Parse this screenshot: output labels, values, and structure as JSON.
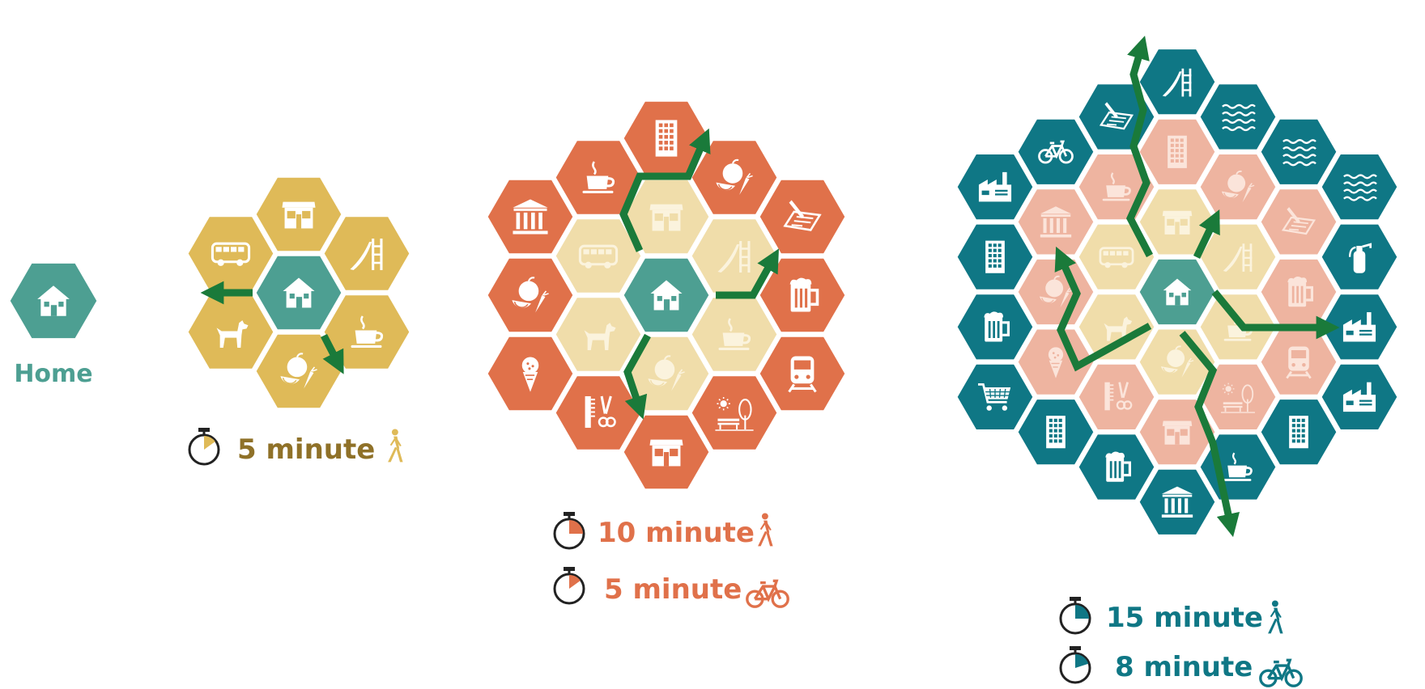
{
  "colors": {
    "teal_dark": "#0f7785",
    "teal_home": "#4d9f92",
    "mustard": "#dfba58",
    "mustard_text": "#8f7128",
    "orange": "#e0714a",
    "cream": "#f0ddaa",
    "pink": "#eeb4a0",
    "teal_text": "#0f7785",
    "route_green": "#1a7a3a",
    "white": "#ffffff"
  },
  "home": {
    "label": "Home",
    "icon": "house-icon"
  },
  "stage_5": {
    "icons": [
      "house-icon",
      "storefront-icon",
      "slide-icon",
      "coffee-icon",
      "fruit-icon",
      "dog-icon",
      "bus-icon"
    ],
    "captions": [
      {
        "text": "5 minute",
        "mode_icon": "walking-person-icon",
        "timer_icon": "stopwatch-icon"
      }
    ]
  },
  "stage_10": {
    "icons_inner": [
      "house-icon",
      "storefront-icon",
      "slide-icon",
      "coffee-icon",
      "fruit-icon",
      "dog-icon",
      "bus-icon"
    ],
    "icons_outer": [
      "office-building-icon",
      "fruit-icon",
      "notepad-icon",
      "beer-mug-icon",
      "train-icon",
      "park-bench-icon",
      "storefront-icon",
      "barber-icon",
      "ice-cream-icon",
      "fruit-icon",
      "museum-icon",
      "coffee-icon"
    ],
    "captions": [
      {
        "text": "10 minute",
        "mode_icon": "walking-person-icon",
        "timer_icon": "stopwatch-icon"
      },
      {
        "text": "5 minute",
        "mode_icon": "bicycle-icon",
        "timer_icon": "stopwatch-icon"
      }
    ]
  },
  "stage_15": {
    "icons_inner": [
      "house-icon",
      "storefront-icon",
      "slide-icon",
      "coffee-icon",
      "fruit-icon",
      "dog-icon",
      "bus-icon"
    ],
    "icons_middle": [
      "office-building-icon",
      "fruit-icon",
      "notepad-icon",
      "beer-mug-icon",
      "train-icon",
      "park-bench-icon",
      "storefront-icon",
      "barber-icon",
      "ice-cream-icon",
      "fruit-icon",
      "museum-icon",
      "coffee-icon"
    ],
    "icons_outer": [
      "slide-icon",
      "waves-icon",
      "waves-icon",
      "waves-icon",
      "fire-extinguisher-icon",
      "factory-icon",
      "factory-icon",
      "office-building-icon",
      "coffee-icon",
      "museum-icon",
      "beer-mug-icon",
      "office-building-icon",
      "shopping-cart-icon",
      "beer-mug-icon",
      "office-building-icon",
      "factory-icon",
      "bicycle-icon",
      "notepad-icon"
    ],
    "captions": [
      {
        "text": "15 minute",
        "mode_icon": "walking-person-icon",
        "timer_icon": "stopwatch-icon"
      },
      {
        "text": "8 minute",
        "mode_icon": "bicycle-icon",
        "timer_icon": "stopwatch-icon"
      }
    ]
  }
}
